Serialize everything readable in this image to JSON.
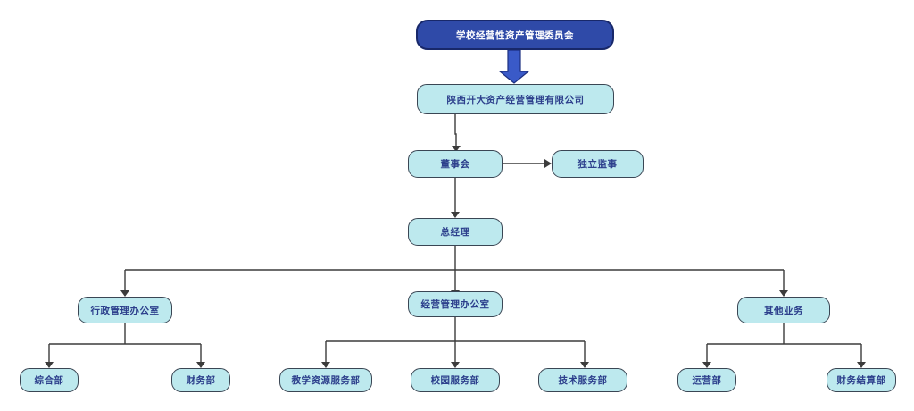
{
  "org_chart": {
    "committee": "学校经营性资产管理委员会",
    "company": "陕西开大资产经营管理有限公司",
    "board": "董事会",
    "supervisor": "独立监事",
    "general_manager": "总经理",
    "admin_office": {
      "label": "行政管理办公室",
      "children": [
        "综合部",
        "财务部"
      ]
    },
    "business_office": {
      "label": "经营管理办公室",
      "children": [
        "教学资源服务部",
        "校园服务部",
        "技术服务部"
      ]
    },
    "other_business": {
      "label": "其他业务",
      "children": [
        "运营部",
        "财务结算部"
      ]
    }
  }
}
